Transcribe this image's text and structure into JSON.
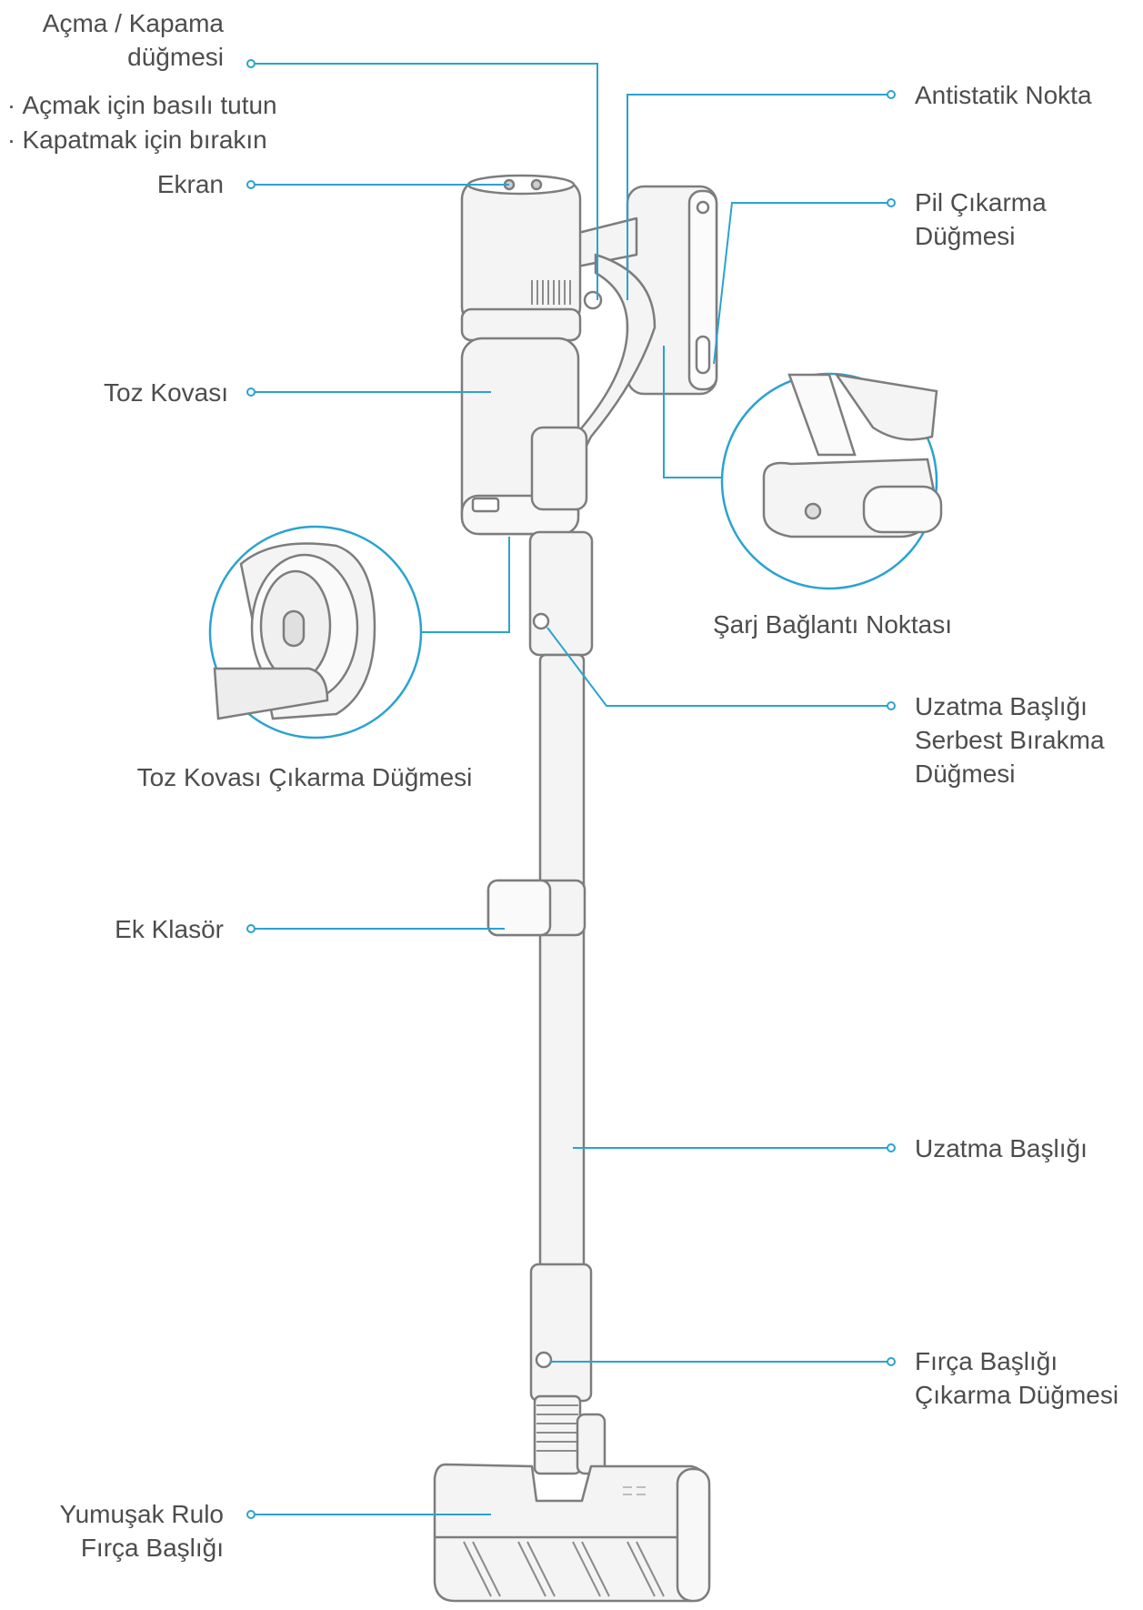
{
  "labels": {
    "power_button": {
      "line1": "Açma / Kapama",
      "line2": "düğmesi"
    },
    "power_notes": {
      "hold": "Açmak için basılı tutun",
      "release": "Kapatmak için bırakın"
    },
    "screen": "Ekran",
    "dust_bin": "Toz Kovası",
    "dust_bin_release": "Toz Kovası Çıkarma Düğmesi",
    "attachment_clip": "Ek Klasör",
    "soft_roller": {
      "line1": "Yumuşak Rulo",
      "line2": "Fırça Başlığı"
    },
    "antistatic": "Antistatik Nokta",
    "battery_release": {
      "line1": "Pil Çıkarma",
      "line2": "Düğmesi"
    },
    "charging_point": "Şarj Bağlantı Noktası",
    "extension_release": {
      "line1": "Uzatma Başlığı",
      "line2": "Serbest Bırakma",
      "line3": "Düğmesi"
    },
    "extension_tube": "Uzatma Başlığı",
    "brush_release": {
      "line1": "Fırça Başlığı",
      "line2": "Çıkarma Düğmesi"
    }
  },
  "colors": {
    "leader": "#2ba3cf",
    "outline": "#7d7d7d",
    "body_fill": "#f4f4f4",
    "text": "#4d4d4d"
  }
}
